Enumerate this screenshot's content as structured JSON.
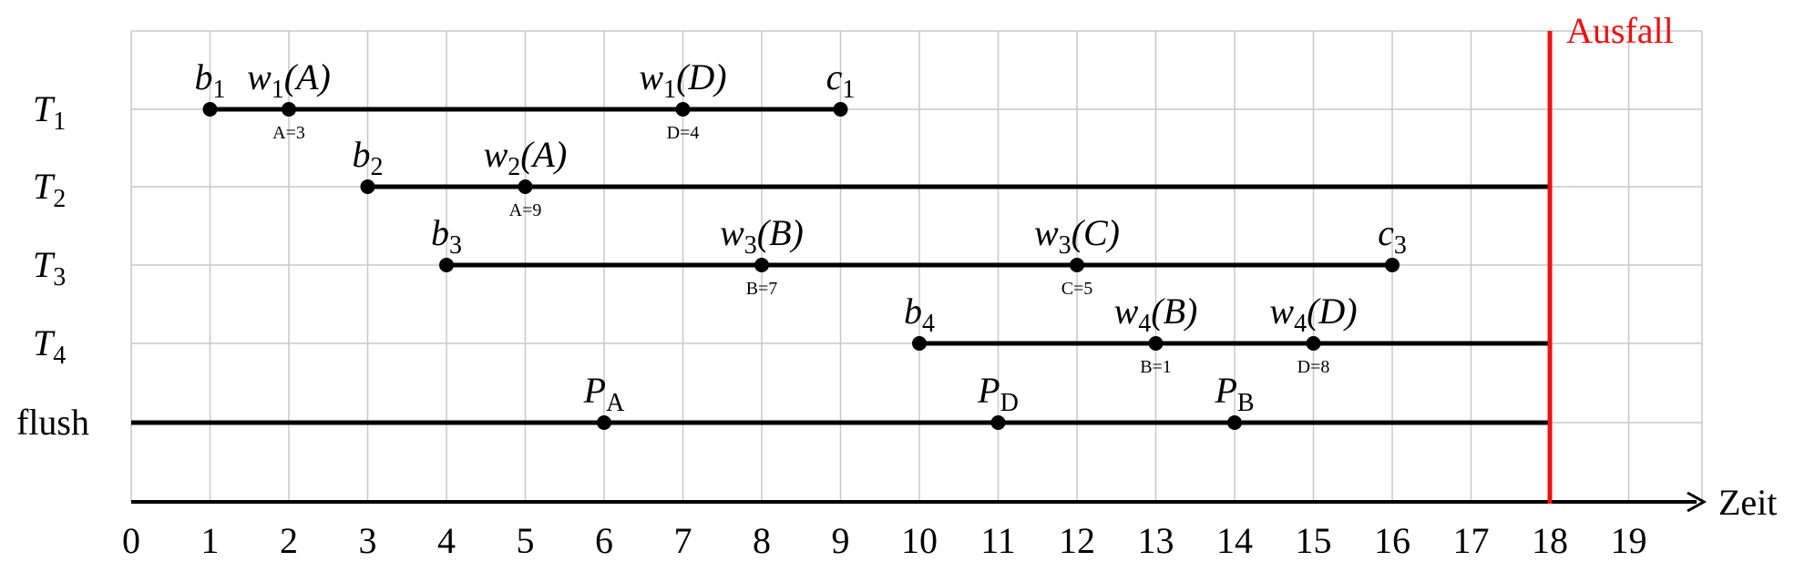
{
  "axis": {
    "label": "Zeit",
    "ticks": [
      "0",
      "1",
      "2",
      "3",
      "4",
      "5",
      "6",
      "7",
      "8",
      "9",
      "10",
      "11",
      "12",
      "13",
      "14",
      "15",
      "16",
      "17",
      "18",
      "19"
    ]
  },
  "failure": {
    "label": "Ausfall",
    "time": 18,
    "color": "#ee1111"
  },
  "rows": [
    {
      "label": {
        "main": "T",
        "sub": "1"
      },
      "start": 1,
      "end": 9,
      "events": [
        {
          "t": 1,
          "main": "b",
          "sub": "1",
          "arg": ""
        },
        {
          "t": 2,
          "main": "w",
          "sub": "1",
          "arg": "(A)",
          "note": "A=3"
        },
        {
          "t": 7,
          "main": "w",
          "sub": "1",
          "arg": "(D)",
          "note": "D=4"
        },
        {
          "t": 9,
          "main": "c",
          "sub": "1",
          "arg": ""
        }
      ]
    },
    {
      "label": {
        "main": "T",
        "sub": "2"
      },
      "start": 3,
      "end": 18,
      "events": [
        {
          "t": 3,
          "main": "b",
          "sub": "2",
          "arg": ""
        },
        {
          "t": 5,
          "main": "w",
          "sub": "2",
          "arg": "(A)",
          "note": "A=9"
        }
      ]
    },
    {
      "label": {
        "main": "T",
        "sub": "3"
      },
      "start": 4,
      "end": 16,
      "events": [
        {
          "t": 4,
          "main": "b",
          "sub": "3",
          "arg": ""
        },
        {
          "t": 8,
          "main": "w",
          "sub": "3",
          "arg": "(B)",
          "note": "B=7"
        },
        {
          "t": 12,
          "main": "w",
          "sub": "3",
          "arg": "(C)",
          "note": "C=5"
        },
        {
          "t": 16,
          "main": "c",
          "sub": "3",
          "arg": ""
        }
      ]
    },
    {
      "label": {
        "main": "T",
        "sub": "4"
      },
      "start": 10,
      "end": 18,
      "events": [
        {
          "t": 10,
          "main": "b",
          "sub": "4",
          "arg": ""
        },
        {
          "t": 13,
          "main": "w",
          "sub": "4",
          "arg": "(B)",
          "note": "B=1"
        },
        {
          "t": 15,
          "main": "w",
          "sub": "4",
          "arg": "(D)",
          "note": "D=8"
        }
      ]
    },
    {
      "label": {
        "plain": "flush"
      },
      "start": 0,
      "end": 18,
      "events": [
        {
          "t": 6,
          "main": "P",
          "sub": "A",
          "arg": ""
        },
        {
          "t": 11,
          "main": "P",
          "sub": "D",
          "arg": ""
        },
        {
          "t": 14,
          "main": "P",
          "sub": "B",
          "arg": ""
        }
      ]
    }
  ]
}
